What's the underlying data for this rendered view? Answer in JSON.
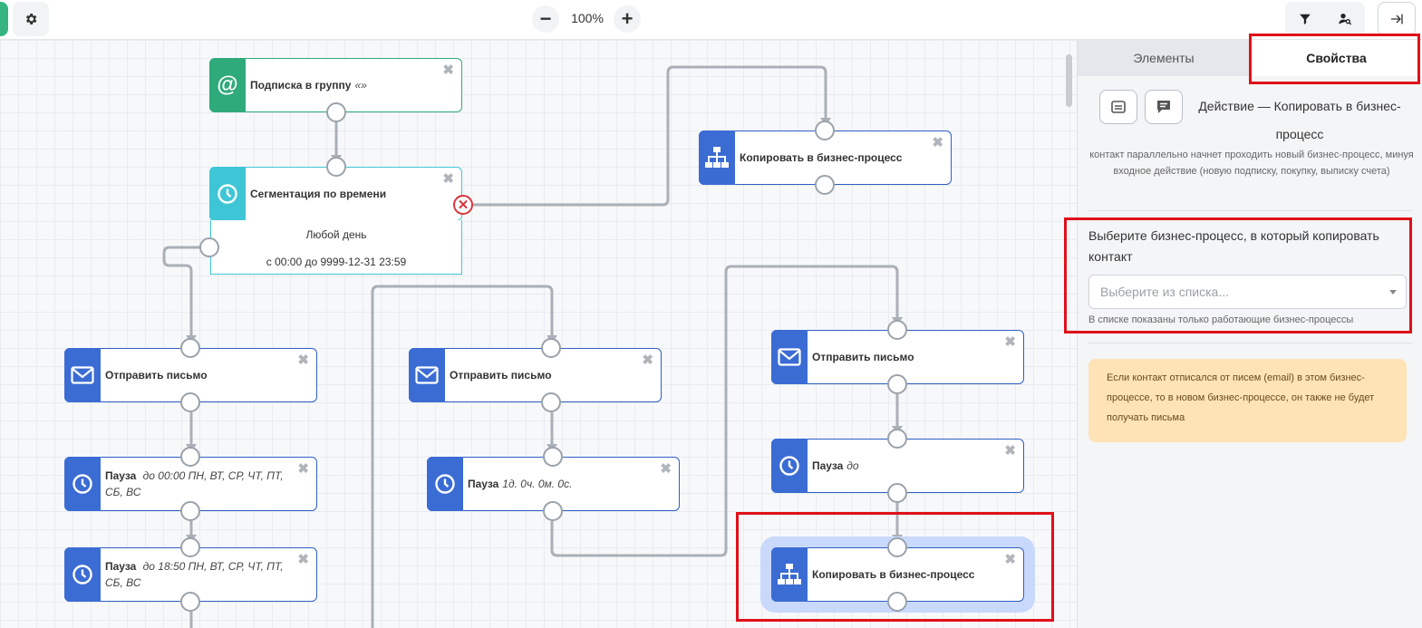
{
  "toolbar": {
    "zoom_value": "100%",
    "zoom_out": "−",
    "zoom_in": "+"
  },
  "canvas": {
    "nodes": {
      "subscription": {
        "label": "Подписка в группу",
        "detail": "«»"
      },
      "segmentation": {
        "label": "Сегментация по времени"
      },
      "seg_day": "Любой день",
      "seg_range": "с 00:00 до 9999-12-31 23:59",
      "copy_top": {
        "label": "Копировать в бизнес-процесс"
      },
      "send_left": {
        "label": "Отправить письмо"
      },
      "send_mid": {
        "label": "Отправить письмо"
      },
      "send_right": {
        "label": "Отправить письмо"
      },
      "pause_1": {
        "label": "Пауза",
        "detail": "до 00:00 ПН, ВТ, СР, ЧТ, ПТ, СБ, ВС"
      },
      "pause_2": {
        "label": "Пауза",
        "detail": "до 18:50 ПН, ВТ, СР, ЧТ, ПТ, СБ, ВС"
      },
      "pause_mid": {
        "label": "Пауза",
        "detail": "1д. 0ч. 0м. 0с."
      },
      "pause_right": {
        "label": "Пауза",
        "detail": "до"
      },
      "copy_selected": {
        "label": "Копировать в бизнес-процесс"
      }
    },
    "close_glyph": "✖",
    "error_glyph": "✕"
  },
  "panel": {
    "tabs": [
      {
        "label": "Элементы"
      },
      {
        "label": "Свойства"
      }
    ],
    "title": "Действие — Копировать в бизнес-процесс",
    "description": "контакт параллельно начнет проходить новый бизнес-процесс, минуя входное действие (новую подписку, покупку, выписку счета)",
    "field_label": "Выберите бизнес-процесс, в который копировать контакт",
    "select_placeholder": "Выберите из списка...",
    "hint": "В списке показаны только работающие бизнес-процессы",
    "warning": "Если контакт отписался от писем (email) в этом бизнес-процессе, то в новом бизнес-процессе, он также не будет получать письма"
  },
  "colors": {
    "action_blue": "#3b6cd4",
    "start_green": "#2faa7a",
    "segment_teal": "#3ec6d6",
    "highlight_red": "#e0101a",
    "warning_bg": "#fde3b6"
  }
}
